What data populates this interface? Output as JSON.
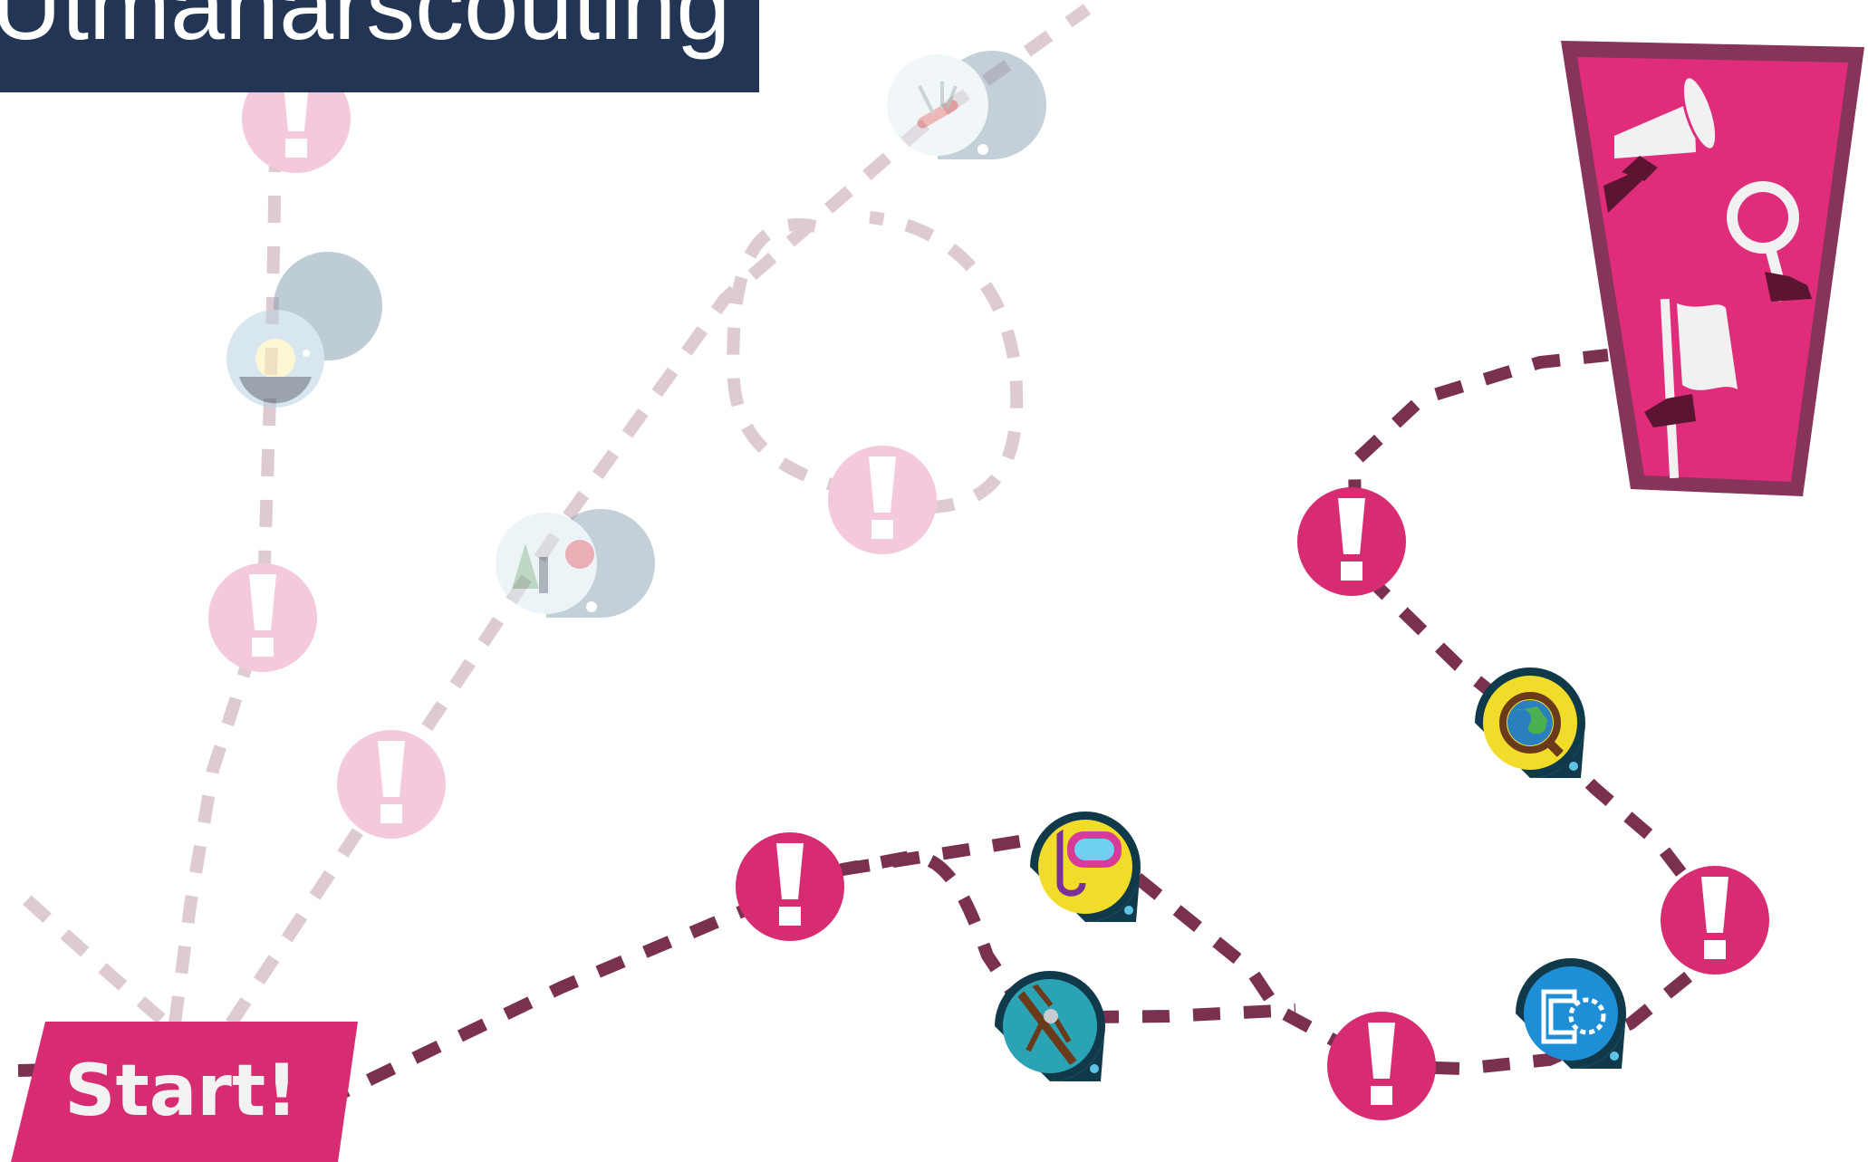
{
  "title": "Utmanarscouting",
  "start_label": "Start!",
  "colors": {
    "title_bg": "#233554",
    "active_path": "#7a3150",
    "faded_path": "#decbd2",
    "active_node": "#d82c72",
    "faded_node": "#f5c9dc",
    "goal_frame": "#86345a",
    "goal_fill": "#e02d7b",
    "badge_outline": "#103a4a"
  },
  "icons": {
    "alert": "exclamation",
    "badges_active": [
      "snorkel-mask",
      "magnifier-globe",
      "rope-climbing",
      "engineering-gear"
    ],
    "badges_faded": [
      "sun-moon",
      "swiss-knife",
      "forest"
    ],
    "goal": [
      "megaphone",
      "magnifying-glass",
      "flag"
    ]
  }
}
